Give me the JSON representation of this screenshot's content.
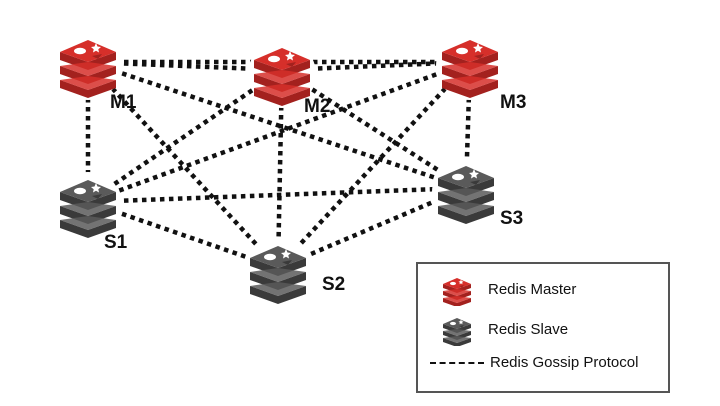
{
  "colors": {
    "master": "#d62f2a",
    "master_dark": "#a3211e",
    "slave": "#5a5a5a",
    "slave_dark": "#3a3a3a",
    "link": "#111111"
  },
  "nodes": [
    {
      "id": "M1",
      "label": "M1",
      "role": "master"
    },
    {
      "id": "M2",
      "label": "M2",
      "role": "master"
    },
    {
      "id": "M3",
      "label": "M3",
      "role": "master"
    },
    {
      "id": "S1",
      "label": "S1",
      "role": "slave"
    },
    {
      "id": "S2",
      "label": "S2",
      "role": "slave"
    },
    {
      "id": "S3",
      "label": "S3",
      "role": "slave"
    }
  ],
  "links": [
    [
      "M1",
      "M2"
    ],
    [
      "M1",
      "M3"
    ],
    [
      "M2",
      "M3"
    ],
    [
      "M1",
      "S1"
    ],
    [
      "M1",
      "S2"
    ],
    [
      "M1",
      "S3"
    ],
    [
      "M2",
      "S1"
    ],
    [
      "M2",
      "S2"
    ],
    [
      "M2",
      "S3"
    ],
    [
      "M3",
      "S1"
    ],
    [
      "M3",
      "S2"
    ],
    [
      "M3",
      "S3"
    ],
    [
      "S1",
      "S2"
    ],
    [
      "S1",
      "S3"
    ],
    [
      "S2",
      "S3"
    ]
  ],
  "legend": {
    "master_label": "Redis Master",
    "slave_label": "Redis Slave",
    "gossip_label": "Redis Gossip Protocol"
  }
}
